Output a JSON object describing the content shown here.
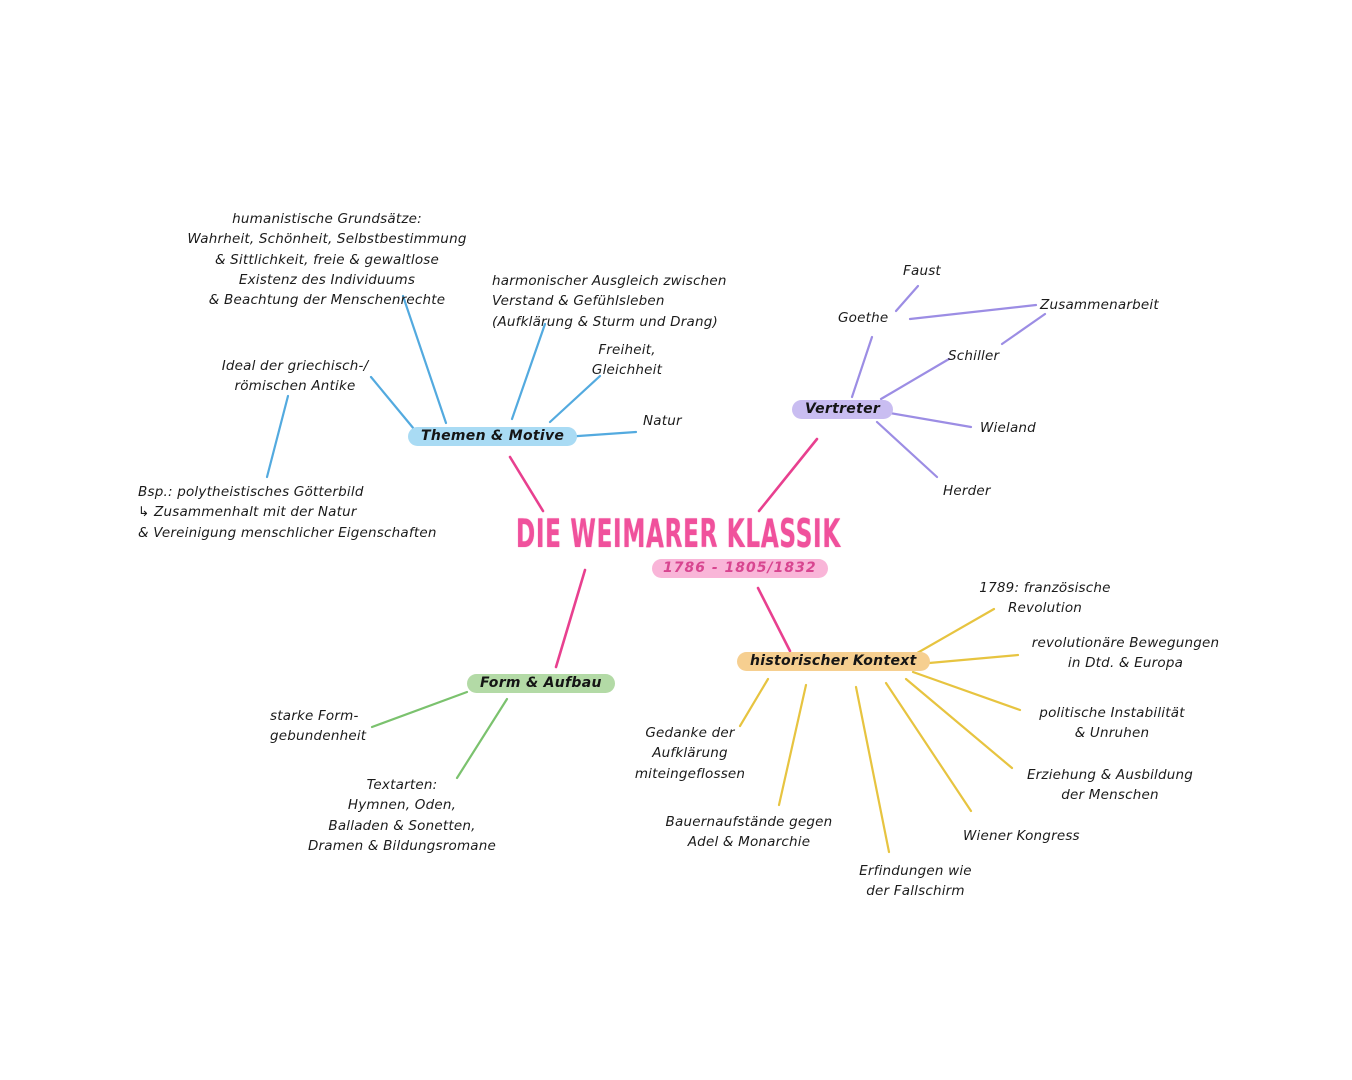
{
  "title": {
    "text": "DIE WEIMARER KLASSIK",
    "date": "1786 - 1805/1832"
  },
  "colors": {
    "center_pink": "#e8408f",
    "title_pink": "#f0519c",
    "date_pill_bg": "#f9b5d8",
    "themen_line_blue": "#53aadf",
    "themen_pill_bg": "#a9dbf4",
    "vertreter_line_purple": "#9c8de4",
    "vertreter_pill_bg": "#c9bdf1",
    "form_line_green": "#7bc26e",
    "form_pill_bg": "#b3daa6",
    "kontext_line_yellow": "#e7c440",
    "kontext_pill_bg": "#f6cf90",
    "ink": "#1b1b1b"
  },
  "branches": {
    "themen_motive": {
      "label": "Themen & Motive",
      "items": {
        "humanistische": "humanistische Grundsätze:\nWahrheit, Schönheit, Selbstbestimmung\n& Sittlichkeit, freie & gewaltlose\nExistenz des Individuums\n& Beachtung der Menschenrechte",
        "harmonischer": "harmonischer Ausgleich zwischen\nVerstand & Gefühlsleben\n(Aufklärung & Sturm und Drang)",
        "freiheit": "Freiheit,\nGleichheit",
        "natur": "Natur",
        "ideal": "Ideal der griechisch-/\nrömischen Antike",
        "ideal_beispiel": "Bsp.: polytheistisches Götterbild\n↳ Zusammenhalt mit der Natur\n& Vereinigung menschlicher Eigenschaften"
      }
    },
    "vertreter": {
      "label": "Vertreter",
      "items": {
        "goethe": "Goethe",
        "faust": "Faust",
        "zusammenarbeit": "Zusammenarbeit",
        "schiller": "Schiller",
        "wieland": "Wieland",
        "herder": "Herder"
      }
    },
    "form_aufbau": {
      "label": "Form & Aufbau",
      "items": {
        "starke_form": "starke Form-\ngebundenheit",
        "textarten": "Textarten:\nHymnen, Oden,\nBalladen & Sonetten,\nDramen & Bildungsromane"
      }
    },
    "historischer_kontext": {
      "label": "historischer Kontext",
      "items": {
        "revolution_1789": "1789: französische\nRevolution",
        "revolutionaere_bewegungen": "revolutionäre Bewegungen\nin Dtd. & Europa",
        "politische_instabilitaet": "politische Instabilität\n& Unruhen",
        "erziehung": "Erziehung & Ausbildung\nder Menschen",
        "wiener_kongress": "Wiener Kongress",
        "erfindungen": "Erfindungen wie\nder Fallschirm",
        "bauernaufstaende": "Bauernaufstände gegen\nAdel & Monarchie",
        "gedanke_aufklaerung": "Gedanke der\nAufklärung\nmiteingeflossen"
      }
    }
  }
}
